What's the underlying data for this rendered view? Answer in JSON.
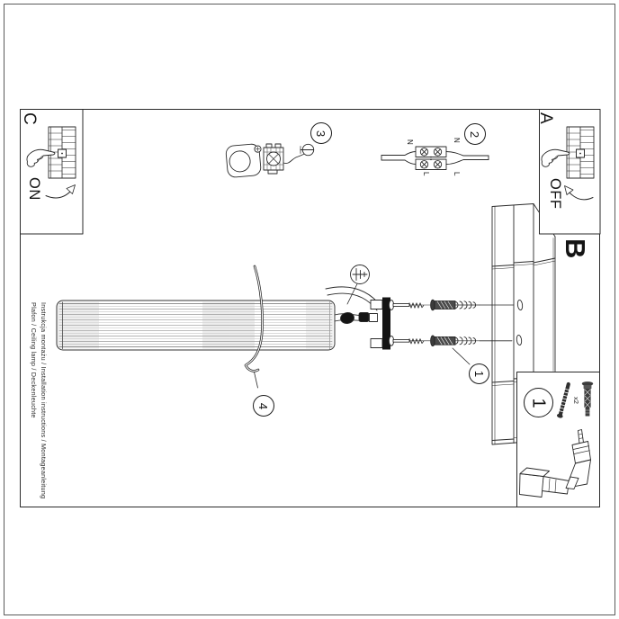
{
  "document": {
    "kind": "ceiling-lamp installation instruction sheet (page rotated 90° clockwise)",
    "footer": {
      "line1": "Instrukcja montażu / Installation instructions / Montageanleitung",
      "line2": "Plafon / Ceiling lamp / Deckenleuchte"
    }
  },
  "sections": {
    "a": {
      "label": "A",
      "switch_state": "OFF"
    },
    "b": {
      "label": "B"
    },
    "c": {
      "label": "C",
      "switch_state": "ON"
    }
  },
  "steps": {
    "s1": {
      "number": "1"
    },
    "s2": {
      "number": "2",
      "terminal_labels": [
        "N",
        "N",
        "L",
        "L"
      ]
    },
    "s3": {
      "number": "3"
    },
    "s4": {
      "number": "4"
    }
  },
  "parts_box": {
    "number": "1",
    "screw_qty": "x2"
  },
  "icons": {
    "earth_ground_icon": "⏚",
    "screw_head_icon": "⊕",
    "pointing_hand_icon": "☞",
    "drill_icon": "angle-drill",
    "wall_plug_icon": "expansion-plug",
    "screw_icon": "wood-screw"
  },
  "colors": {
    "line": "#2a2a2a",
    "paper": "#ffffff",
    "dark_fill": "#151515",
    "shade_grey": "#9a9a9a"
  }
}
